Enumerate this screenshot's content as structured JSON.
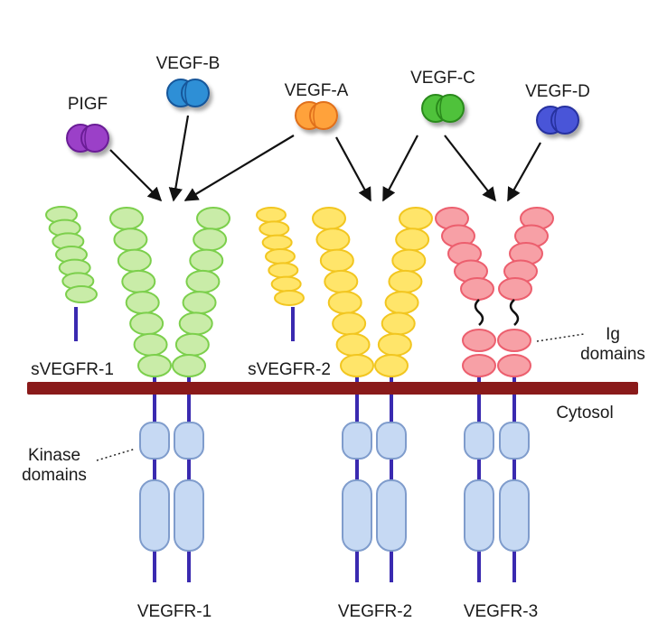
{
  "ligands": [
    {
      "label": "PIGF",
      "color": "#9b3fc8",
      "edge": "#6a1f96"
    },
    {
      "label": "VEGF-B",
      "color": "#2f8fd6",
      "edge": "#15579a"
    },
    {
      "label": "VEGF-A",
      "color": "#ffa23a",
      "edge": "#e0701a"
    },
    {
      "label": "VEGF-C",
      "color": "#4fc23a",
      "edge": "#2a8a1c"
    },
    {
      "label": "VEGF-D",
      "color": "#4a55d8",
      "edge": "#2830a0"
    }
  ],
  "receptors": {
    "vegfr1": {
      "label": "VEGFR-1",
      "fill": "#c9eca8",
      "edge": "#7ccf4c"
    },
    "vegfr2": {
      "label": "VEGFR-2",
      "fill": "#ffe56a",
      "edge": "#f2c620"
    },
    "vegfr3": {
      "label": "VEGFR-3",
      "fill": "#f7a0a6",
      "edge": "#ec5f6e"
    },
    "svegfr1": {
      "label": "sVEGFR-1"
    },
    "svegfr2": {
      "label": "sVEGFR-2"
    }
  },
  "annotations": {
    "ig_domains": "Ig\ndomains",
    "kinase_domains": "Kinase\ndomains",
    "cytosol": "Cytosol"
  },
  "colors": {
    "membrane": "#8a1a1a",
    "stalk": "#3a2ab0",
    "kinase_fill": "#c6d9f3",
    "kinase_edge": "#7f9ccc",
    "arrow": "#111111",
    "linker": "#111111"
  }
}
